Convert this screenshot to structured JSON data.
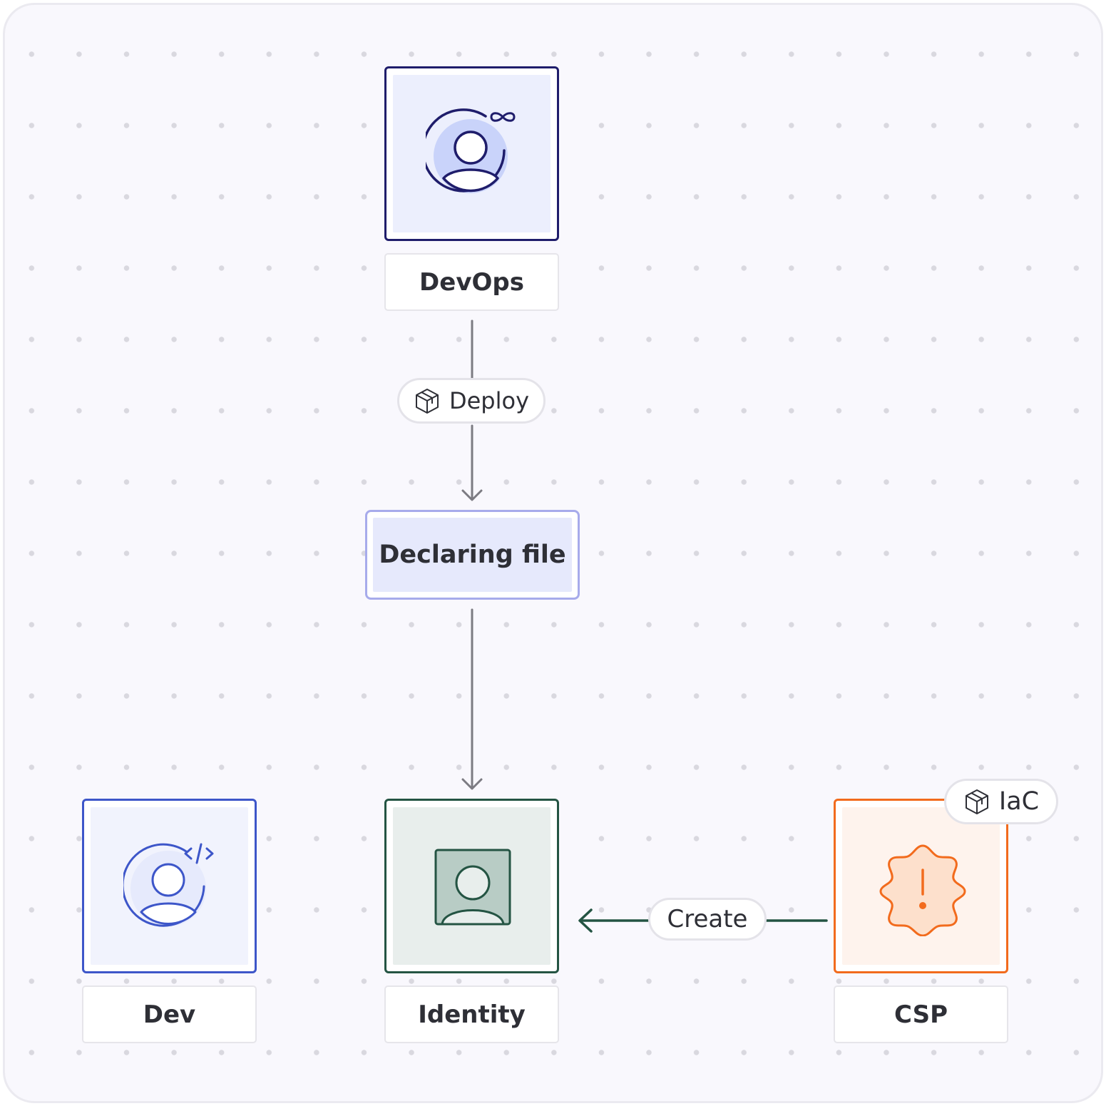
{
  "nodes": {
    "devops": {
      "label": "DevOps"
    },
    "dev": {
      "label": "Dev"
    },
    "identity": {
      "label": "Identity"
    },
    "csp": {
      "label": "CSP"
    },
    "declaring_file": {
      "label": "Declaring file"
    }
  },
  "edges": {
    "deploy": {
      "label": "Deploy"
    },
    "create": {
      "label": "Create"
    }
  },
  "badges": {
    "iac": {
      "label": "IaC"
    }
  },
  "colors": {
    "devops_border": "#1f1d6b",
    "dev_border": "#3d56c9",
    "identity_border": "#245443",
    "csp_border": "#f26b1d",
    "declaring_border": "#a7abeb",
    "arrow_gray": "#7c7b82",
    "arrow_green": "#245443"
  },
  "icons": {
    "devops": "devops-user-infinity-icon",
    "dev": "developer-user-code-icon",
    "identity": "identity-user-card-icon",
    "csp": "warning-badge-icon",
    "pill": "cube-icon"
  }
}
